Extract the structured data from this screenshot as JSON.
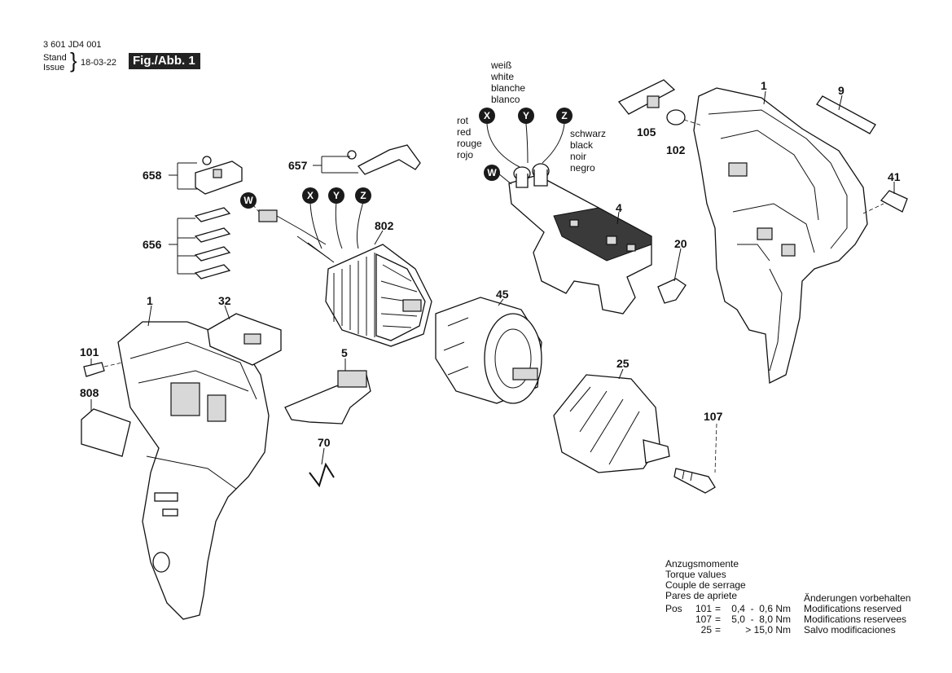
{
  "header": {
    "doc_number": "3 601 JD4 001",
    "stand_label": "Stand",
    "issue_label": "Issue",
    "date": "18-03-22",
    "figure": "Fig./Abb. 1"
  },
  "parts": {
    "p1a": "1",
    "p1b": "1",
    "p9": "9",
    "p41": "41",
    "p105": "105",
    "p102": "102",
    "p4": "4",
    "p20": "20",
    "p45": "45",
    "p25": "25",
    "p107": "107",
    "p658": "658",
    "p657": "657",
    "p656": "656",
    "p802": "802",
    "p32": "32",
    "p5": "5",
    "p70": "70",
    "p101": "101",
    "p808": "808"
  },
  "wires": {
    "white": [
      "weiß",
      "white",
      "blanche",
      "blanco"
    ],
    "red": [
      "rot",
      "red",
      "rouge",
      "rojo"
    ],
    "black": [
      "schwarz",
      "black",
      "noir",
      "negro"
    ],
    "markers": {
      "x": "X",
      "y": "Y",
      "z": "Z",
      "w": "W"
    }
  },
  "torque": {
    "title": [
      "Anzugsmomente",
      "Torque values",
      "Couple de serrage",
      "Pares de apriete"
    ],
    "pos_label": "Pos",
    "rows": [
      {
        "pos": "101",
        "eq": "=",
        "value": "0,4  -  0,6 Nm"
      },
      {
        "pos": "107",
        "eq": "=",
        "value": "5,0  -  8,0 Nm"
      },
      {
        "pos": "25",
        "eq": "=",
        "value": "> 15,0 Nm"
      }
    ]
  },
  "changes": [
    "Änderungen vorbehalten",
    "Modifications reserved",
    "Modifications reservees",
    "Salvo modificaciones"
  ]
}
